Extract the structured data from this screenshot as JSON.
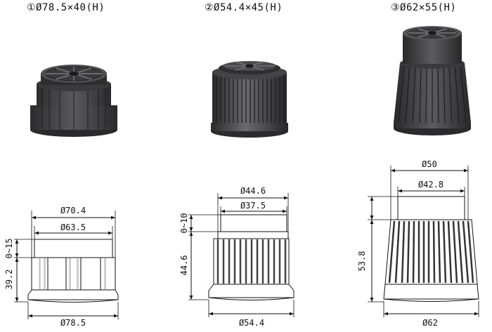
{
  "products": [
    {
      "title": "①Ø78.5×40(H)",
      "dims": {
        "top_outer": "Ø70.4",
        "top_inner": "Ø63.5",
        "base": "Ø78.5",
        "adjust": "0~15",
        "height": "39.2"
      }
    },
    {
      "title": "②Ø54.4×45(H)",
      "dims": {
        "top_outer": "Ø44.6",
        "top_inner": "Ø37.5",
        "base": "Ø54.4",
        "adjust": "0~10",
        "height": "44.6"
      }
    },
    {
      "title": "③Ø62×55(H)",
      "dims": {
        "top_outer": "Ø50",
        "top_inner": "Ø42.8",
        "base": "Ø62",
        "height": "53.8"
      }
    }
  ],
  "colors": {
    "product_dark": "#3a3a3c",
    "product_mid": "#58585b",
    "line": "#111111"
  }
}
